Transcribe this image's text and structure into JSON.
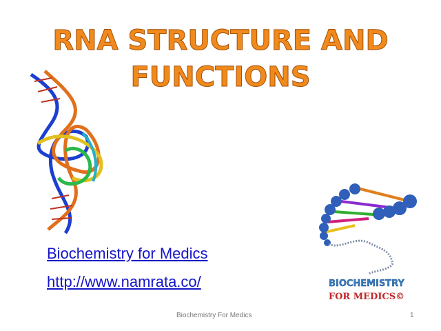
{
  "title": {
    "line1": "RNA STRUCTURE AND",
    "line2": "FUNCTIONS"
  },
  "links": {
    "name": "Biochemistry for Medics",
    "url": "http://www.namrata.co/"
  },
  "footer": {
    "text": "Biochemistry For Medics",
    "page": "1"
  },
  "logo": {
    "line1": "BIOCHEMISTRY",
    "line2": "FOR MEDICS©"
  },
  "colors": {
    "title": "#f08a1c",
    "link": "#1515c8"
  }
}
